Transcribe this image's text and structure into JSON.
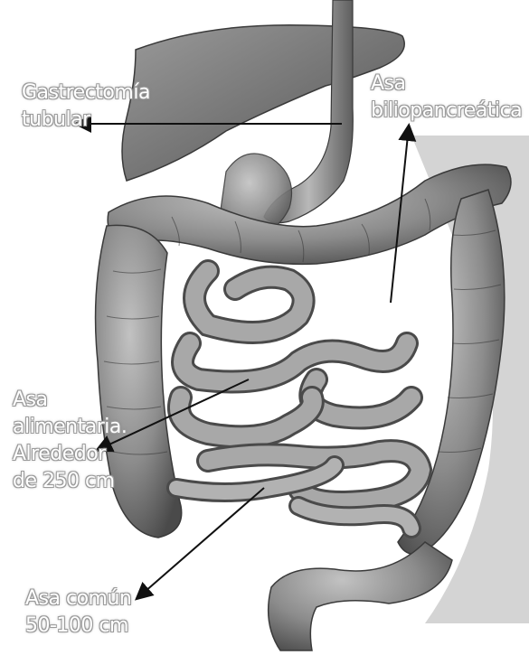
{
  "labels": {
    "gastrectomia": {
      "line1": "Gastrectomía",
      "line2": "tubular"
    },
    "biliopancreatica": {
      "line1": "Asa",
      "line2": "biliopancreática"
    },
    "alimentaria": {
      "line1": "Asa",
      "line2": "alimentaria.",
      "line3": "Alrededor",
      "line4": "de 250 cm"
    },
    "comun": {
      "line1": "Asa común",
      "line2": "50-100 cm"
    }
  },
  "colors": {
    "organ_fill": "#8a8a8a",
    "organ_dark": "#555555",
    "organ_light": "#b5b5b5",
    "backdrop": "#cfcfcf",
    "arrow": "#111111"
  }
}
